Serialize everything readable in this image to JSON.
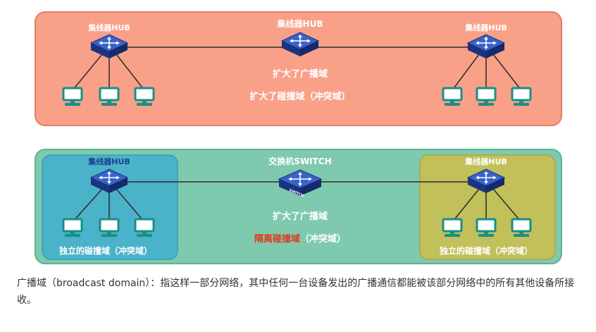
{
  "colors": {
    "top_panel_fill": "#f9a089",
    "top_panel_stroke": "#e57d66",
    "bottom_panel_fill": "#7fc9ae",
    "bottom_panel_stroke": "#5fb392",
    "left_domain_fill": "#4ab3c9",
    "right_domain_fill": "#c1c05a",
    "device_blue": "#1f3f9e",
    "pc_teal": "#1fa39a",
    "label_white": "#ffffff",
    "label_red": "#e03a1c",
    "label_dark_blue": "#1d3e8a"
  },
  "top_panel": {
    "hub_left_label": "集线器HUB",
    "hub_center_label": "集线器HUB",
    "hub_right_label": "集线器HUB",
    "line1": "扩大了广播域",
    "line2": "扩大了碰撞域（冲突域）"
  },
  "bottom_panel": {
    "hub_left_label": "集线器HUB",
    "switch_label": "交换机SWITCH",
    "hub_right_label": "集线器HUB",
    "switch_icon_text": "SWITCH",
    "line1": "扩大了广播域",
    "line2_highlight": "隔离碰撞域",
    "line2_rest": "（冲突域）",
    "left_domain_label": "独立的碰撞域（冲突域）",
    "right_domain_label": "独立的碰撞域（冲突域）"
  },
  "caption": {
    "text": "广播域（broadcast domain）：指这样一部分网络，其中任何一台设备发出的广播通信都能被该部分网络中的所有其他设备所接收。"
  }
}
